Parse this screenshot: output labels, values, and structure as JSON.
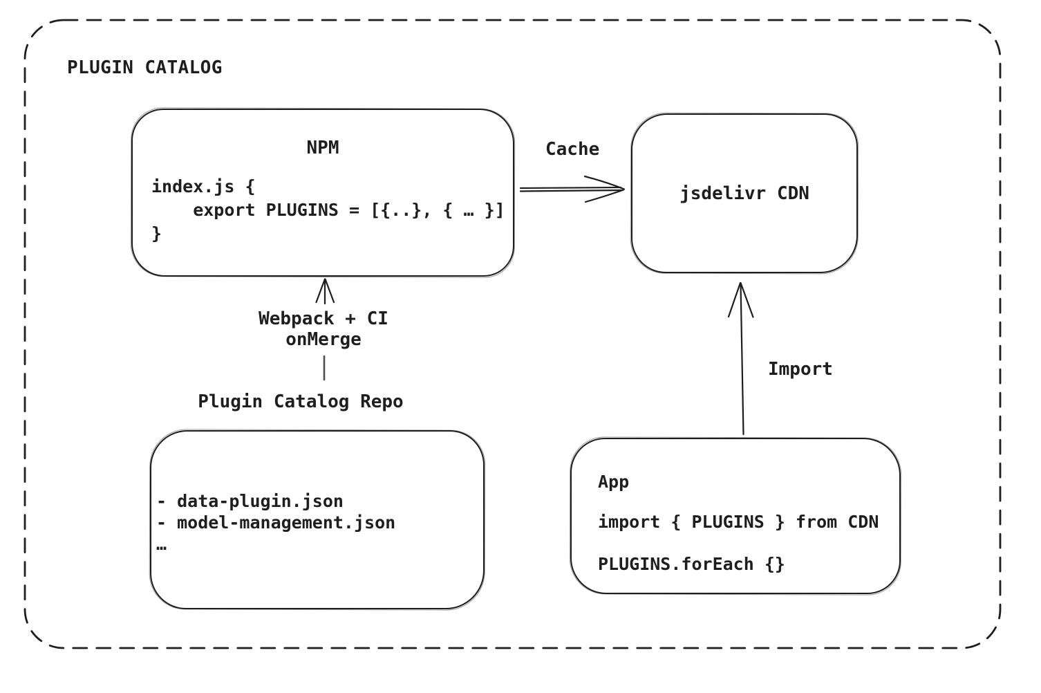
{
  "diagram": {
    "title": "PLUGIN CATALOG",
    "colors": {
      "stroke": "#1e1e1e",
      "background": "#ffffff",
      "connector_gray": "#4f4f4f"
    },
    "nodes": {
      "npm": {
        "title": "NPM",
        "code": [
          "index.js {",
          "    export PLUGINS = [{..}, { … }]",
          "}"
        ]
      },
      "cdn": {
        "label": "jsdelivr CDN"
      },
      "repo": {
        "heading": "Plugin Catalog Repo",
        "files": [
          "- data-plugin.json",
          "- model-management.json",
          "…"
        ]
      },
      "app": {
        "title": "App",
        "code": [
          "import { PLUGINS } from CDN",
          "PLUGINS.forEach {}"
        ]
      }
    },
    "edges": {
      "cache": {
        "label": "Cache",
        "from": "npm",
        "to": "cdn"
      },
      "build": {
        "lines": [
          "Webpack + CI",
          "onMerge"
        ],
        "from": "repo",
        "to": "npm"
      },
      "import": {
        "label": "Import",
        "from": "app",
        "to": "cdn"
      }
    }
  }
}
